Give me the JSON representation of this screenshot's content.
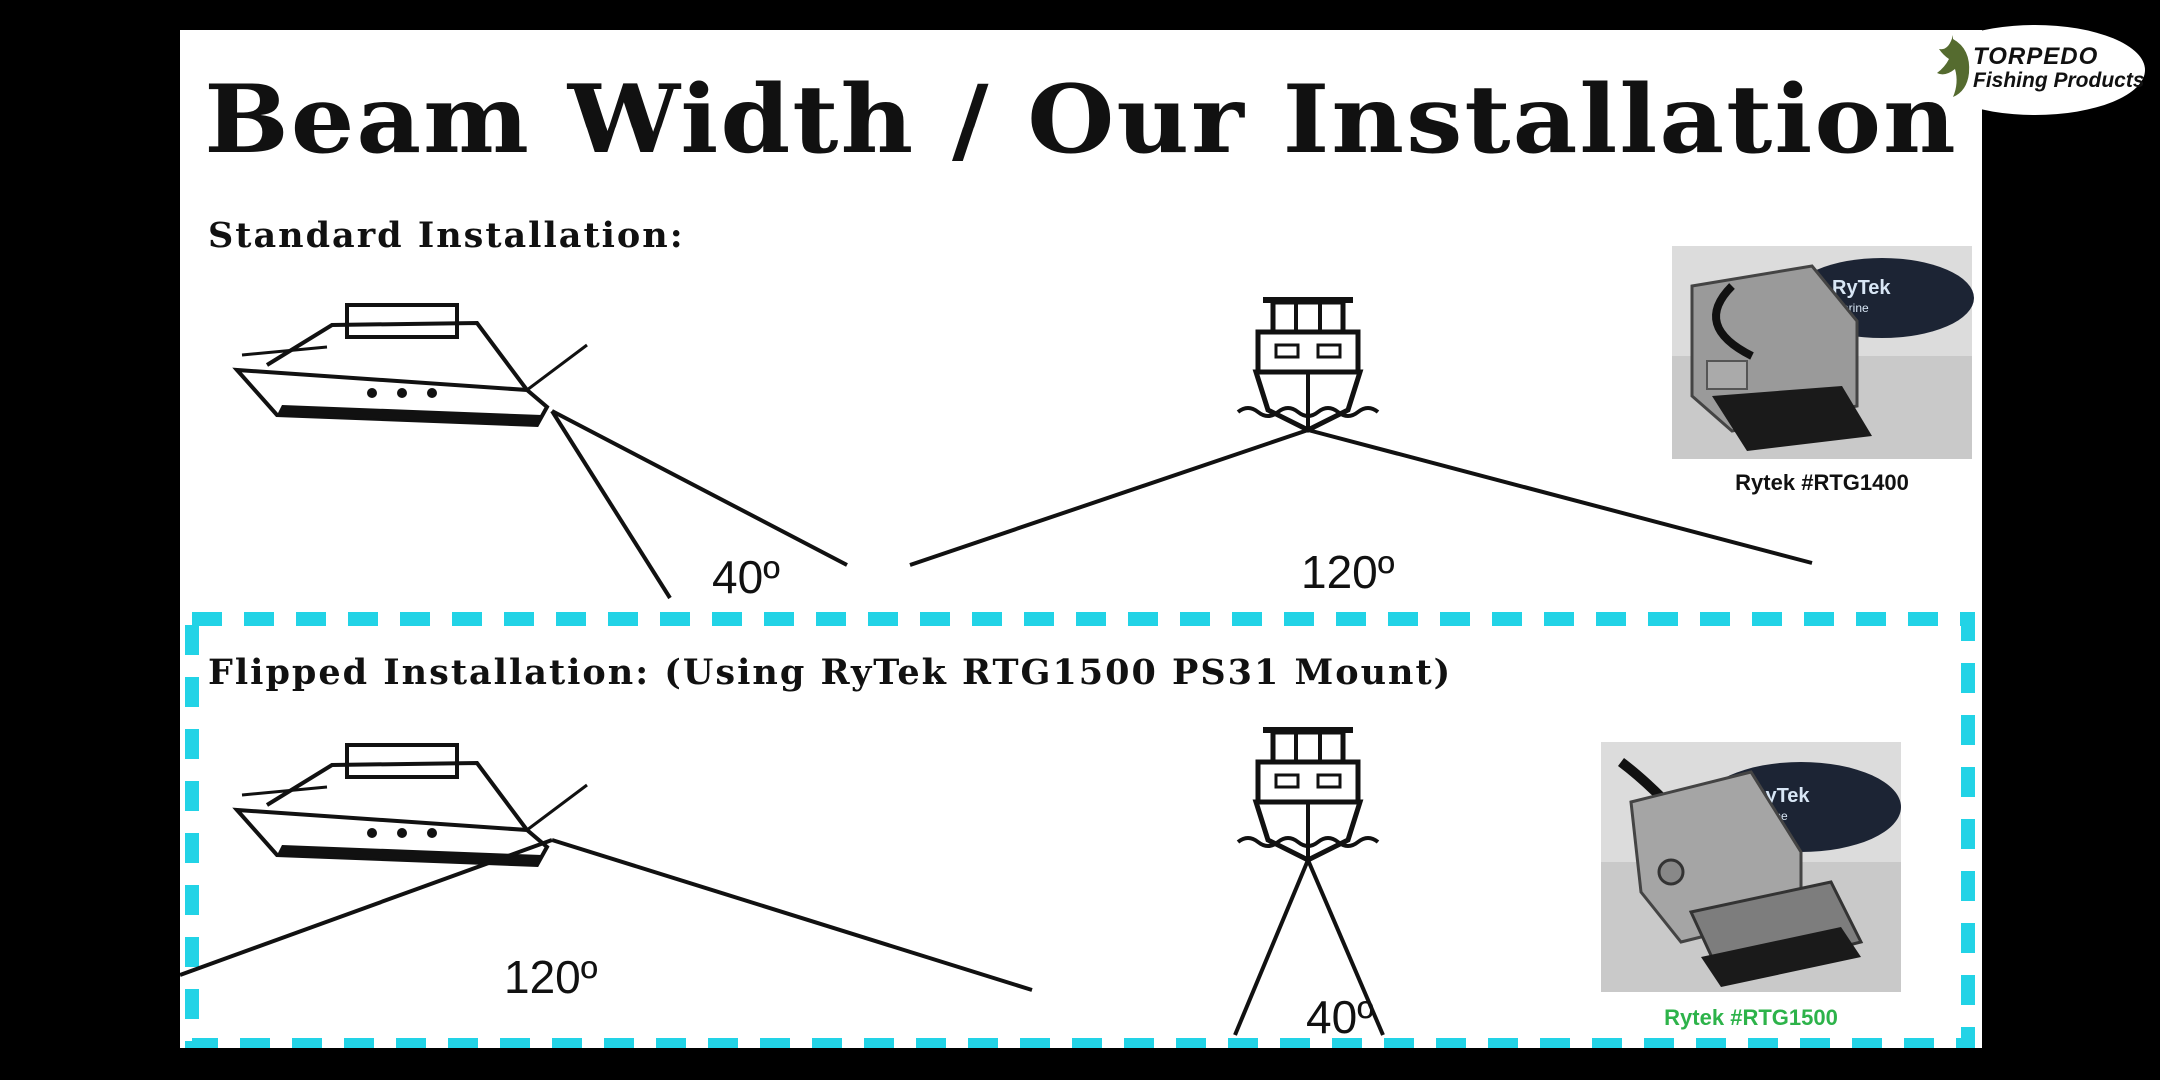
{
  "title": "Beam Width / Our Installation",
  "standard": {
    "label": "Standard Installation:",
    "side_angle": "40º",
    "front_angle": "120º",
    "product_caption": "Rytek #RTG1400",
    "product_brand": "RyTek",
    "product_brand_sub": "Marine"
  },
  "flipped": {
    "label": "Flipped Installation: (Using RyTek RTG1500 PS31 Mount)",
    "side_angle": "120º",
    "front_angle": "40º",
    "product_caption": "Rytek #RTG1500",
    "product_brand": "RyTek",
    "product_brand_sub": "Marine"
  },
  "logo": {
    "line1": "TORPEDO",
    "line2": "Fishing Products"
  },
  "colors": {
    "dashed_border": "#22d3e6",
    "caption_green": "#2db34a",
    "ink": "#111111"
  }
}
